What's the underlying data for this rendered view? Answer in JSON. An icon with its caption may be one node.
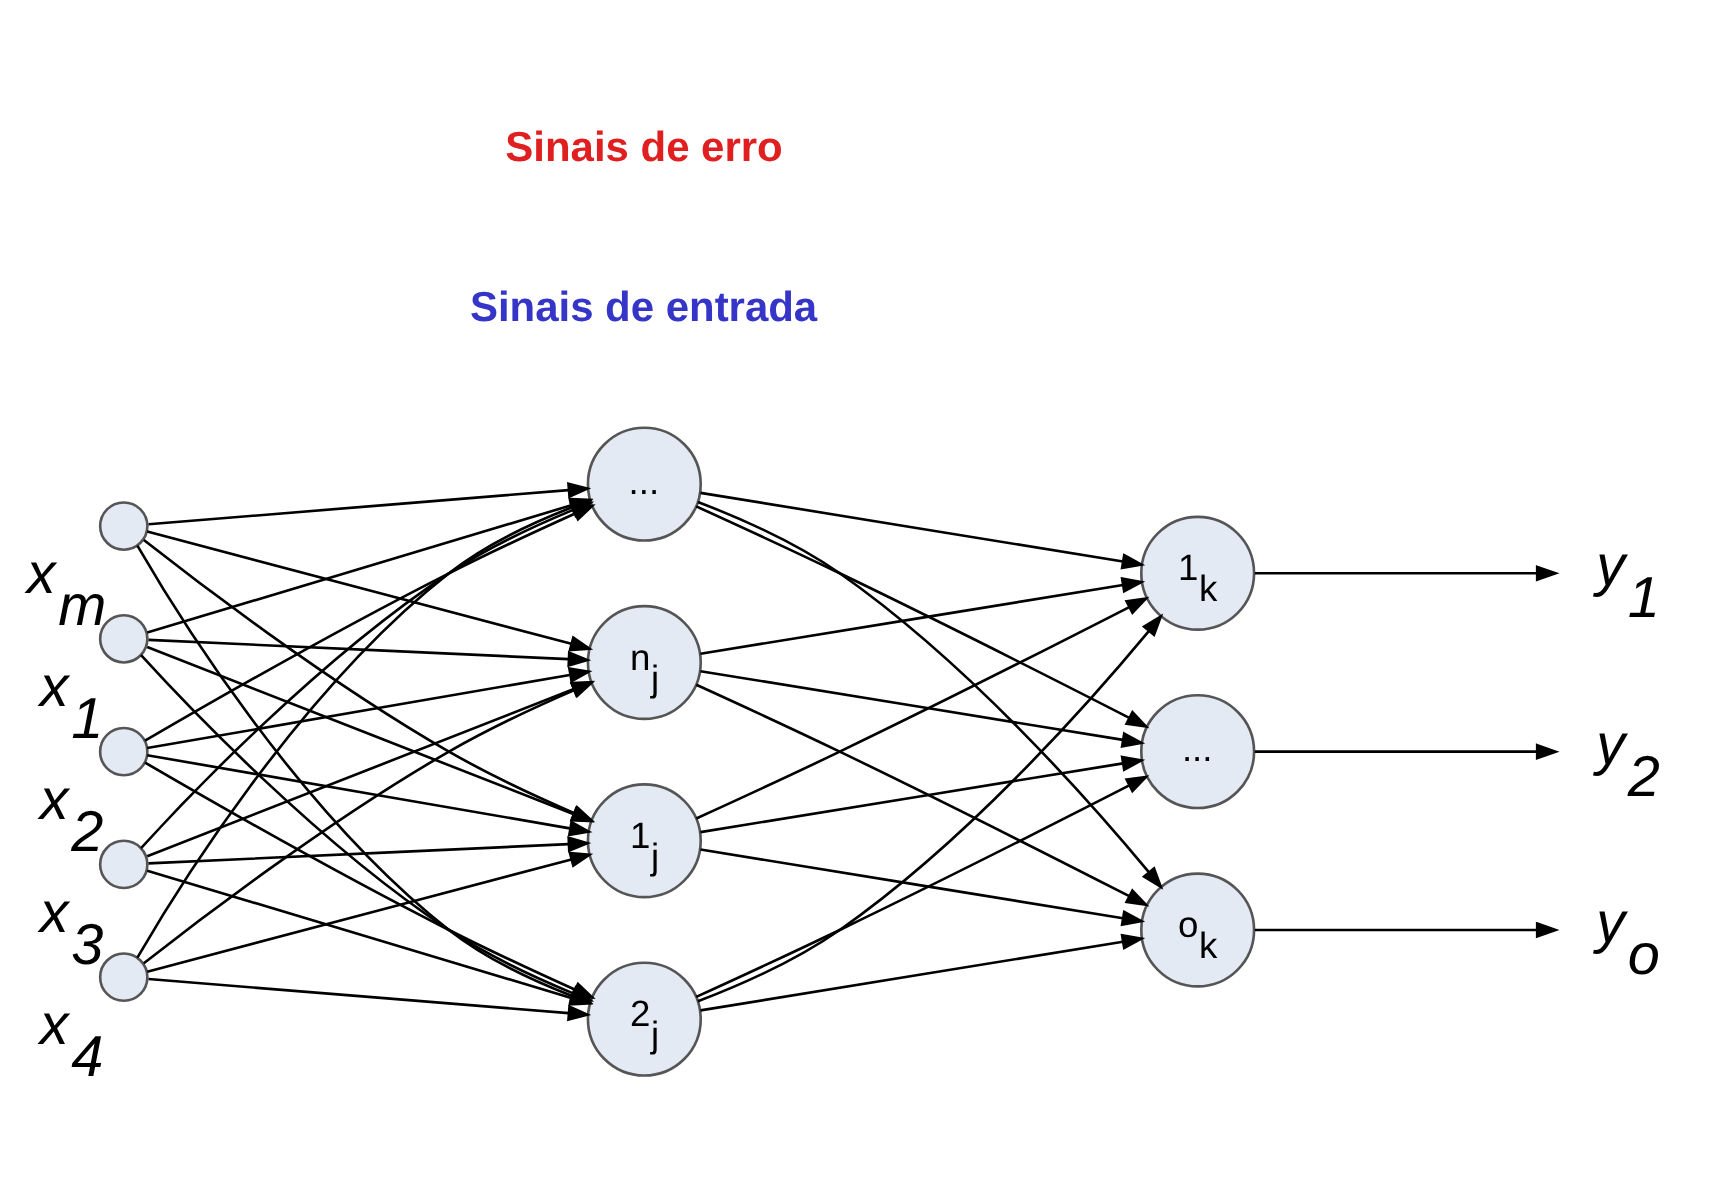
{
  "diagram": {
    "nodes": [
      {
        "text": [],
        "shape": "circle",
        "beside": [
          "x$_{1}$"
        ]
      },
      {
        "text": [],
        "shape": "circle",
        "beside": [
          "x$_{2}$"
        ]
      },
      {
        "text": [],
        "shape": "circle",
        "beside": [
          "x$_{3}$"
        ]
      },
      {
        "text": [],
        "shape": "circle",
        "beside": [
          "x$_{4}$"
        ]
      },
      {
        "text": [],
        "shape": "circle",
        "beside": [
          "x$_{m}$"
        ]
      },
      {
        "text": [
          "1$_{j}$"
        ]
      },
      {
        "text": [
          "2$_{j}$"
        ]
      },
      {
        "text": [
          "..."
        ]
      },
      {
        "text": [
          "n$_{j}$"
        ]
      },
      {
        "text": [
          "1$_{k}$"
        ]
      },
      {
        "text": [
          "..."
        ]
      },
      {
        "text": [
          "o$_{k}$"
        ]
      },
      {
        "text": [
          "y$_{1}$"
        ]
      },
      {
        "text": [
          "y$_{2}$"
        ]
      },
      {
        "text": [
          "y$_{o}$"
        ]
      }
    ],
    "edges": [
      {
        "from": 0,
        "to": 5,
        "arrow": "to"
      },
      {
        "from": 0,
        "to": 6,
        "arrow": "to"
      },
      {
        "from": 0,
        "to": 7,
        "arrow": "to"
      },
      {
        "from": 0,
        "to": 8,
        "arrow": "to"
      },
      {
        "from": 1,
        "to": 5,
        "arrow": "to"
      },
      {
        "from": 1,
        "to": 6,
        "arrow": "to"
      },
      {
        "from": 1,
        "to": 7,
        "arrow": "to"
      },
      {
        "from": 1,
        "to": 8,
        "arrow": "to"
      },
      {
        "from": 2,
        "to": 5,
        "arrow": "to"
      },
      {
        "from": 2,
        "to": 6,
        "arrow": "to"
      },
      {
        "from": 2,
        "to": 7,
        "arrow": "to"
      },
      {
        "from": 2,
        "to": 8,
        "arrow": "to"
      },
      {
        "from": 3,
        "to": 5,
        "arrow": "to"
      },
      {
        "from": 3,
        "to": 6,
        "arrow": "to"
      },
      {
        "from": 3,
        "to": 7,
        "arrow": "to"
      },
      {
        "from": 3,
        "to": 8,
        "arrow": "to"
      },
      {
        "from": 4,
        "to": 5,
        "arrow": "to"
      },
      {
        "from": 4,
        "to": 6,
        "arrow": "to"
      },
      {
        "from": 4,
        "to": 7,
        "arrow": "to"
      },
      {
        "from": 4,
        "to": 8,
        "arrow": "to"
      },
      {
        "from": 5,
        "to": 9,
        "arrow": "to"
      },
      {
        "from": 5,
        "to": 10,
        "arrow": "to"
      },
      {
        "from": 5,
        "to": 11,
        "arrow": "to"
      },
      {
        "from": 6,
        "to": 9,
        "arrow": "to"
      },
      {
        "from": 6,
        "to": 10,
        "arrow": "to"
      },
      {
        "from": 6,
        "to": 11,
        "arrow": "to"
      },
      {
        "from": 7,
        "to": 9,
        "arrow": "to"
      },
      {
        "from": 7,
        "to": 10,
        "arrow": "to"
      },
      {
        "from": 7,
        "to": 11,
        "arrow": "to"
      },
      {
        "from": 8,
        "to": 9,
        "arrow": "to"
      },
      {
        "from": 8,
        "to": 10,
        "arrow": "to"
      },
      {
        "from": 8,
        "to": 11,
        "arrow": "to"
      },
      {
        "from": 9,
        "to": 12,
        "arrow": "to"
      },
      {
        "from": 10,
        "to": 13,
        "arrow": "to"
      },
      {
        "from": 11,
        "to": 14,
        "arrow": "to"
      }
    ],
    "labels": [
      "Sinais de entrada",
      "Sinais de erro"
    ]
  }
}
